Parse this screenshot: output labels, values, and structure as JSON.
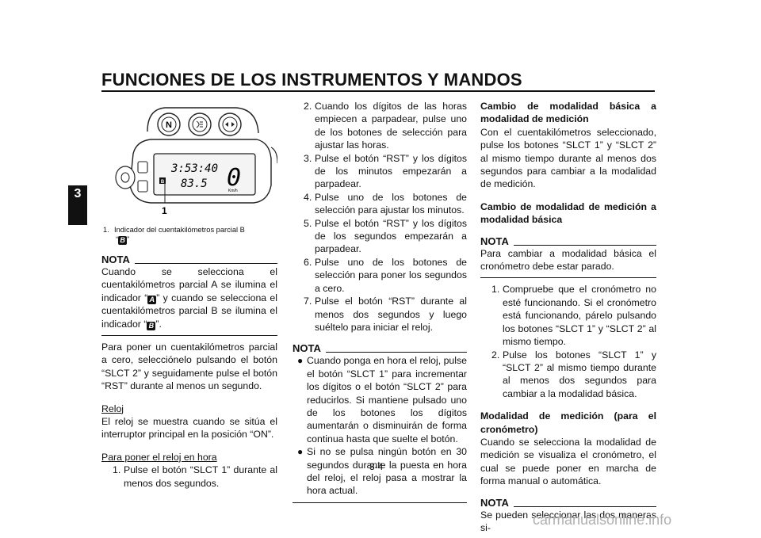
{
  "header": {
    "title": "FUNCIONES DE LOS INSTRUMENTOS Y MANDOS"
  },
  "side_tab": {
    "number": "3"
  },
  "figure": {
    "lcd_time": "3:53:40",
    "lcd_trip": "83.5",
    "lcd_big": "0",
    "lcd_unit": "Km/h",
    "lcd_indicator": "B",
    "btn1": "N",
    "callout": "1",
    "caption_num": "1.",
    "caption_line1": "Indicador del cuentakilómetros parcial B",
    "caption_open": "“",
    "caption_icon": "B",
    "caption_close": "”"
  },
  "col1": {
    "nota_label": "NOTA",
    "nota_p1": "Cuando se selecciona el cuentakilómetros parcial A se ilumina el indicador “",
    "nota_icon_a": "A",
    "nota_p2": "” y cuando se selecciona el cuentakilómetros parcial B se ilumina el indicador “",
    "nota_icon_b": "B",
    "nota_p3": "”.",
    "para1": "Para poner un cuentakilómetros parcial a cero, selecciónelo pulsando el botón “SLCT 2” y seguidamente pulse el botón “RST” durante al menos un segundo.",
    "reloj_head": "Reloj",
    "reloj_text": "El reloj se muestra cuando se sitúa el interruptor principal en la posición “ON”.",
    "poner_head": "Para poner el reloj en hora",
    "step1_num": "1.",
    "step1": "Pulse el botón “SLCT 1” durante al menos dos segundos."
  },
  "col2": {
    "steps": [
      {
        "num": "2.",
        "text": "Cuando los dígitos de las horas empiecen a parpadear, pulse uno de los botones de selección para ajustar las horas."
      },
      {
        "num": "3.",
        "text": "Pulse el botón “RST” y los dígitos de los minutos empezarán a parpadear."
      },
      {
        "num": "4.",
        "text": "Pulse uno de los botones de selección para ajustar los minutos."
      },
      {
        "num": "5.",
        "text": "Pulse el botón “RST” y los dígitos de los segundos empezarán a parpadear."
      },
      {
        "num": "6.",
        "text": "Pulse uno de los botones de selección para poner los segundos a cero."
      },
      {
        "num": "7.",
        "text": "Pulse el botón “RST” durante al menos dos segundos y luego suéltelo para iniciar el reloj."
      }
    ],
    "nota_label": "NOTA",
    "bullets": [
      "Cuando ponga en hora el reloj, pulse el botón “SLCT 1” para incrementar los dígitos o el botón “SLCT 2” para reducirlos. Si mantiene pulsado uno de los botones los dígitos aumentarán o disminuirán de forma continua hasta que suelte el botón.",
      "Si no se pulsa ningún botón en 30 segundos durante la puesta en hora del reloj, el reloj pasa a mostrar la hora actual."
    ]
  },
  "col3": {
    "head1": "Cambio de modalidad básica a modalidad de medición",
    "text1": "Con el cuentakilómetros seleccionado, pulse los botones “SLCT 1” y “SLCT 2” al mismo tiempo durante al menos dos segundos para cambiar a la modalidad de medición.",
    "head2": "Cambio de modalidad de medición a modalidad básica",
    "nota_label": "NOTA",
    "nota_text": "Para cambiar a modalidad básica el cronómetro debe estar parado.",
    "steps": [
      {
        "num": "1.",
        "text": "Compruebe que el cronómetro no esté funcionando. Si el cronómetro está funcionando, párelo pulsando los botones “SLCT 1” y “SLCT 2” al mismo tiempo."
      },
      {
        "num": "2.",
        "text": "Pulse los botones “SLCT 1” y “SLCT 2” al mismo tiempo durante al menos dos segundos para cambiar a la modalidad básica."
      }
    ],
    "head3": "Modalidad de medición (para el cronómetro)",
    "text3": "Cuando se selecciona la modalidad de medición se visualiza el cronómetro, el cual se puede poner en marcha de forma manual o automática.",
    "nota2_label": "NOTA",
    "nota2_text": "Se pueden seleccionar las dos maneras si-"
  },
  "footer": {
    "page": "3-4",
    "watermark": "carmanualsonline.info"
  }
}
